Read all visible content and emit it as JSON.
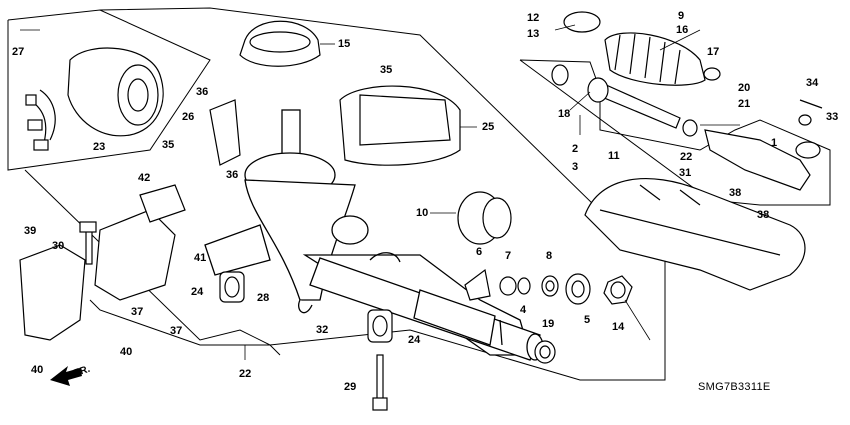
{
  "diagram_code": "SMG7B3311E",
  "direction_label": "FR.",
  "callouts": {
    "n1": "1",
    "n2": "2",
    "n3": "3",
    "n4": "4",
    "n5": "5",
    "n6": "6",
    "n7": "7",
    "n8": "8",
    "n9": "9",
    "n10": "10",
    "n11": "11",
    "n12": "12",
    "n13": "13",
    "n14": "14",
    "n15": "15",
    "n16": "16",
    "n17": "17",
    "n18": "18",
    "n19": "19",
    "n20": "20",
    "n21": "21",
    "n22": "22",
    "n23": "23",
    "n24": "24",
    "n25": "25",
    "n26": "26",
    "n27": "27",
    "n28": "28",
    "n29": "29",
    "n30": "30",
    "n31": "31",
    "n32": "32",
    "n33": "33",
    "n34": "34",
    "n35": "35",
    "n36": "36",
    "n37": "37",
    "n38": "38",
    "n39": "39",
    "n40": "40",
    "n41": "41",
    "n42": "42"
  }
}
